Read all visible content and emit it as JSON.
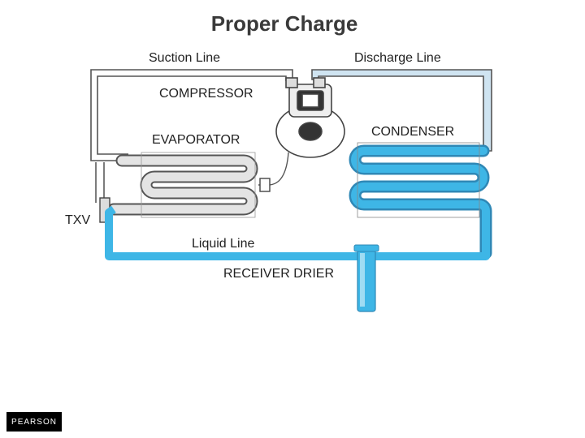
{
  "title": "Proper Charge",
  "labels": {
    "suction_line": "Suction Line",
    "discharge_line": "Discharge Line",
    "compressor": "COMPRESSOR",
    "evaporator": "EVAPORATOR",
    "condenser": "CONDENSER",
    "txv": "TXV",
    "liquid_line": "Liquid Line",
    "receiver_drier": "RECEIVER DRIER"
  },
  "logo": "PEARSON",
  "colors": {
    "liquid": "#3eb6e6",
    "pipe": "#555555",
    "discharge_fill": "#cfe4f1",
    "evaporator_fill": "#e4e4e4"
  }
}
